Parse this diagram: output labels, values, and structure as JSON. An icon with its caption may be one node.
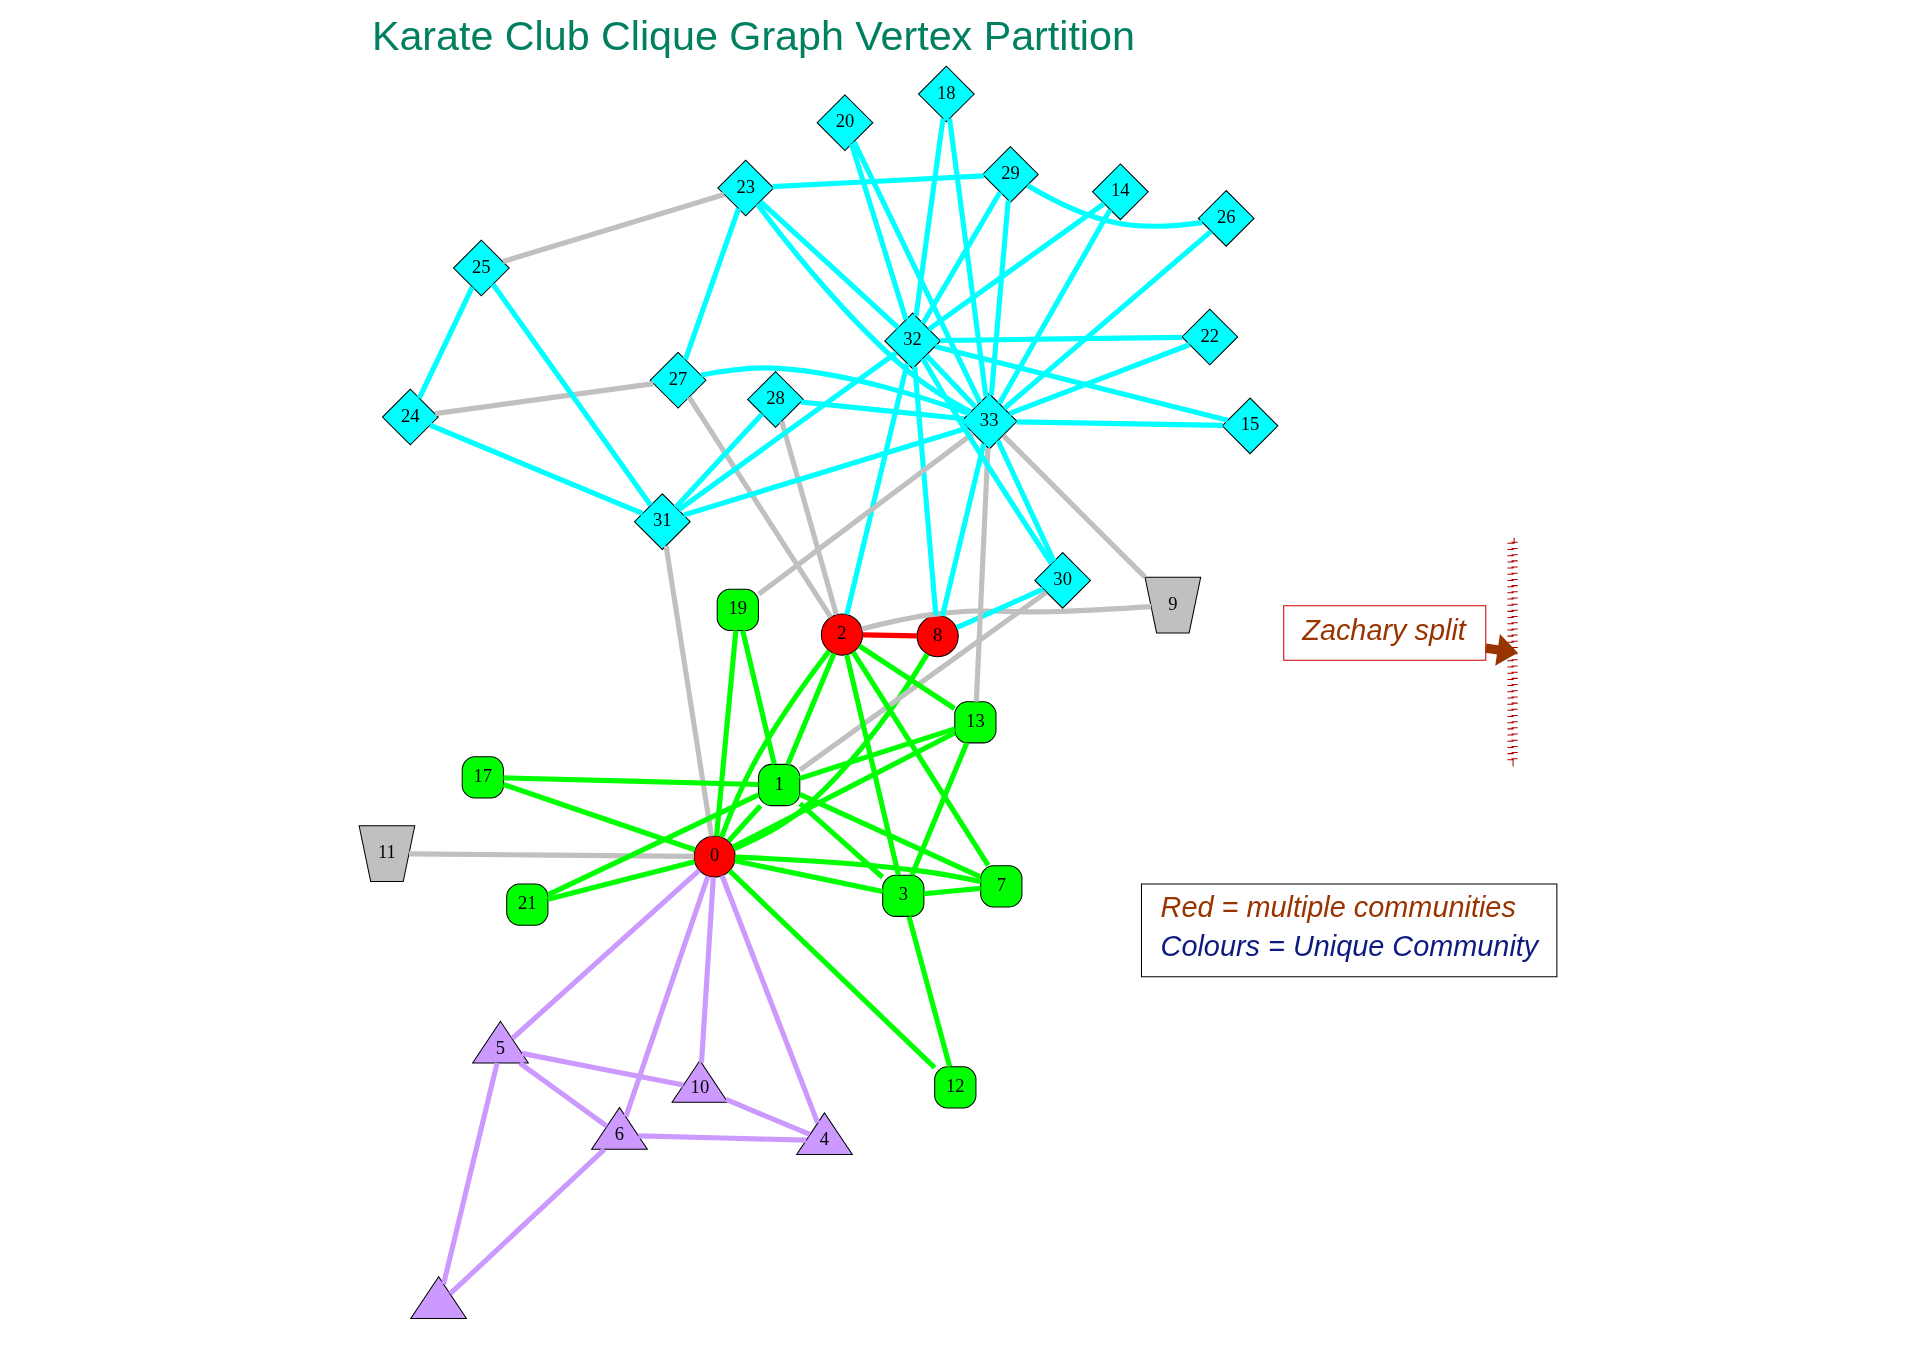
{
  "diagram": {
    "title": "Karate Club Clique Graph Vertex Partition",
    "nodes": [
      {
        "text": [
          "0"
        ]
      },
      {
        "text": [
          "1"
        ]
      },
      {
        "text": [
          "2"
        ]
      },
      {
        "text": [
          "3"
        ]
      },
      {
        "text": [
          "4"
        ]
      },
      {
        "text": [
          "5"
        ]
      },
      {
        "text": [
          "6"
        ]
      },
      {
        "text": [
          "7"
        ]
      },
      {
        "text": [
          "8"
        ]
      },
      {
        "text": [
          "9"
        ]
      },
      {
        "text": [
          "10"
        ]
      },
      {
        "text": [
          "11"
        ]
      },
      {
        "text": [
          "12"
        ]
      },
      {
        "text": [
          "13"
        ]
      },
      {
        "text": [
          "14"
        ]
      },
      {
        "text": [
          "15"
        ]
      },
      {
        "text": [],
        "shape": "triangle"
      },
      {
        "text": [
          "17"
        ]
      },
      {
        "text": [
          "18"
        ]
      },
      {
        "text": [
          "19"
        ]
      },
      {
        "text": [
          "20"
        ]
      },
      {
        "text": [
          "21"
        ]
      },
      {
        "text": [
          "22"
        ]
      },
      {
        "text": [
          "23"
        ]
      },
      {
        "text": [
          "24"
        ]
      },
      {
        "text": [
          "25"
        ]
      },
      {
        "text": [
          "26"
        ]
      },
      {
        "text": [
          "27"
        ]
      },
      {
        "text": [
          "28"
        ]
      },
      {
        "text": [
          "29"
        ]
      },
      {
        "text": [
          "30"
        ]
      },
      {
        "text": [
          "31"
        ]
      },
      {
        "text": [
          "32"
        ]
      },
      {
        "text": [
          "33"
        ]
      },
      {
        "text": [
          "Red = multiple communities",
          "Colours = Unique Community"
        ]
      },
      {
        "text": [
          "Zachary split"
        ]
      },
      {
        "text": [],
        "shape": "line"
      }
    ],
    "edges": [
      {
        "from": 6,
        "to": 4,
        "arrow": "none",
        "color": "#cc99ff"
      },
      {
        "from": 6,
        "to": 16,
        "arrow": "none",
        "color": "#cc99ff"
      },
      {
        "from": 6,
        "to": 5,
        "arrow": "none",
        "color": "#cc99ff"
      },
      {
        "from": 6,
        "to": 0,
        "arrow": "none",
        "color": "#cc99ff"
      },
      {
        "from": 4,
        "to": 10,
        "arrow": "none",
        "color": "#cc99ff"
      },
      {
        "from": 4,
        "to": 0,
        "arrow": "none",
        "color": "#cc99ff"
      },
      {
        "from": 16,
        "to": 5,
        "arrow": "none",
        "color": "#cc99ff"
      },
      {
        "from": 10,
        "to": 5,
        "arrow": "none",
        "color": "#cc99ff"
      },
      {
        "from": 10,
        "to": 0,
        "arrow": "none",
        "color": "#cc99ff"
      },
      {
        "from": 5,
        "to": 0,
        "arrow": "none",
        "color": "#cc99ff"
      },
      {
        "from": 0,
        "to": 31,
        "arrow": "none",
        "color": "#c0c0c0"
      },
      {
        "from": 11,
        "to": 0,
        "arrow": "none",
        "color": "#c0c0c0"
      },
      {
        "from": 2,
        "to": 27,
        "arrow": "none",
        "color": "#c0c0c0"
      },
      {
        "from": 2,
        "to": 28,
        "arrow": "none",
        "color": "#c0c0c0"
      },
      {
        "from": 2,
        "to": 9,
        "arrow": "none",
        "color": "#c0c0c0"
      },
      {
        "from": 9,
        "to": 33,
        "arrow": "none",
        "color": "#c0c0c0"
      },
      {
        "from": 13,
        "to": 33,
        "arrow": "none",
        "color": "#c0c0c0"
      },
      {
        "from": 19,
        "to": 33,
        "arrow": "none",
        "color": "#c0c0c0"
      },
      {
        "from": 1,
        "to": 30,
        "arrow": "none",
        "color": "#c0c0c0"
      },
      {
        "from": 24,
        "to": 27,
        "arrow": "none",
        "color": "#c0c0c0"
      },
      {
        "from": 25,
        "to": 23,
        "arrow": "none",
        "color": "#c0c0c0"
      },
      {
        "from": 2,
        "to": 8,
        "arrow": "none",
        "color": "#ff0000"
      },
      {
        "from": 0,
        "to": 2,
        "arrow": "none",
        "color": "#00ff00"
      },
      {
        "from": 0,
        "to": 13,
        "arrow": "none",
        "color": "#00ff00"
      },
      {
        "from": 0,
        "to": 8,
        "arrow": "none",
        "color": "#00ff00"
      },
      {
        "from": 0,
        "to": 19,
        "arrow": "none",
        "color": "#00ff00"
      },
      {
        "from": 0,
        "to": 12,
        "arrow": "none",
        "color": "#00ff00"
      },
      {
        "from": 0,
        "to": 21,
        "arrow": "none",
        "color": "#00ff00"
      },
      {
        "from": 0,
        "to": 17,
        "arrow": "none",
        "color": "#00ff00"
      },
      {
        "from": 0,
        "to": 3,
        "arrow": "none",
        "color": "#00ff00"
      },
      {
        "from": 0,
        "to": 7,
        "arrow": "none",
        "color": "#00ff00"
      },
      {
        "from": 0,
        "to": 1,
        "arrow": "none",
        "color": "#00ff00"
      },
      {
        "from": 2,
        "to": 1,
        "arrow": "none",
        "color": "#00ff00"
      },
      {
        "from": 2,
        "to": 3,
        "arrow": "none",
        "color": "#00ff00"
      },
      {
        "from": 2,
        "to": 7,
        "arrow": "none",
        "color": "#00ff00"
      },
      {
        "from": 2,
        "to": 13,
        "arrow": "none",
        "color": "#00ff00"
      },
      {
        "from": 13,
        "to": 1,
        "arrow": "none",
        "color": "#00ff00"
      },
      {
        "from": 13,
        "to": 3,
        "arrow": "none",
        "color": "#00ff00"
      },
      {
        "from": 12,
        "to": 3,
        "arrow": "none",
        "color": "#00ff00"
      },
      {
        "from": 3,
        "to": 7,
        "arrow": "none",
        "color": "#00ff00"
      },
      {
        "from": 3,
        "to": 1,
        "arrow": "none",
        "color": "#00ff00"
      },
      {
        "from": 7,
        "to": 1,
        "arrow": "none",
        "color": "#00ff00"
      },
      {
        "from": 19,
        "to": 1,
        "arrow": "none",
        "color": "#00ff00"
      },
      {
        "from": 21,
        "to": 1,
        "arrow": "none",
        "color": "#00ff00"
      },
      {
        "from": 17,
        "to": 1,
        "arrow": "none",
        "color": "#00ff00"
      },
      {
        "from": 24,
        "to": 25,
        "arrow": "none",
        "color": "#00ffff"
      },
      {
        "from": 24,
        "to": 31,
        "arrow": "none",
        "color": "#00ffff"
      },
      {
        "from": 25,
        "to": 31,
        "arrow": "none",
        "color": "#00ffff"
      },
      {
        "from": 27,
        "to": 23,
        "arrow": "none",
        "color": "#00ffff"
      },
      {
        "from": 27,
        "to": 33,
        "arrow": "none",
        "color": "#00ffff"
      },
      {
        "from": 23,
        "to": 29,
        "arrow": "none",
        "color": "#00ffff"
      },
      {
        "from": 23,
        "to": 33,
        "arrow": "none",
        "color": "#00ffff"
      },
      {
        "from": 23,
        "to": 32,
        "arrow": "none",
        "color": "#00ffff"
      },
      {
        "from": 31,
        "to": 28,
        "arrow": "none",
        "color": "#00ffff"
      },
      {
        "from": 31,
        "to": 33,
        "arrow": "none",
        "color": "#00ffff"
      },
      {
        "from": 31,
        "to": 32,
        "arrow": "none",
        "color": "#00ffff"
      },
      {
        "from": 28,
        "to": 33,
        "arrow": "none",
        "color": "#00ffff"
      },
      {
        "from": 29,
        "to": 26,
        "arrow": "none",
        "color": "#00ffff"
      },
      {
        "from": 29,
        "to": 33,
        "arrow": "none",
        "color": "#00ffff"
      },
      {
        "from": 29,
        "to": 32,
        "arrow": "none",
        "color": "#00ffff"
      },
      {
        "from": 26,
        "to": 33,
        "arrow": "none",
        "color": "#00ffff"
      },
      {
        "from": 14,
        "to": 33,
        "arrow": "none",
        "color": "#00ffff"
      },
      {
        "from": 14,
        "to": 32,
        "arrow": "none",
        "color": "#00ffff"
      },
      {
        "from": 20,
        "to": 33,
        "arrow": "none",
        "color": "#00ffff"
      },
      {
        "from": 20,
        "to": 32,
        "arrow": "none",
        "color": "#00ffff"
      },
      {
        "from": 18,
        "to": 33,
        "arrow": "none",
        "color": "#00ffff"
      },
      {
        "from": 18,
        "to": 32,
        "arrow": "none",
        "color": "#00ffff"
      },
      {
        "from": 15,
        "to": 33,
        "arrow": "none",
        "color": "#00ffff"
      },
      {
        "from": 15,
        "to": 32,
        "arrow": "none",
        "color": "#00ffff"
      },
      {
        "from": 22,
        "to": 33,
        "arrow": "none",
        "color": "#00ffff"
      },
      {
        "from": 22,
        "to": 32,
        "arrow": "none",
        "color": "#00ffff"
      },
      {
        "from": 33,
        "to": 32,
        "arrow": "none",
        "color": "#00ffff"
      },
      {
        "from": 2,
        "to": 32,
        "arrow": "none",
        "color": "#00ffff"
      },
      {
        "from": 8,
        "to": 32,
        "arrow": "none",
        "color": "#00ffff"
      },
      {
        "from": 8,
        "to": 33,
        "arrow": "none",
        "color": "#00ffff"
      },
      {
        "from": 8,
        "to": 30,
        "arrow": "none",
        "color": "#00ffff"
      },
      {
        "from": 30,
        "to": 33,
        "arrow": "none",
        "color": "#00ffff"
      },
      {
        "from": 30,
        "to": 32,
        "arrow": "none",
        "color": "#00ffff"
      },
      {
        "from": 35,
        "to": 36,
        "arrow": "to",
        "style": "thick",
        "color": "#993300"
      }
    ]
  }
}
